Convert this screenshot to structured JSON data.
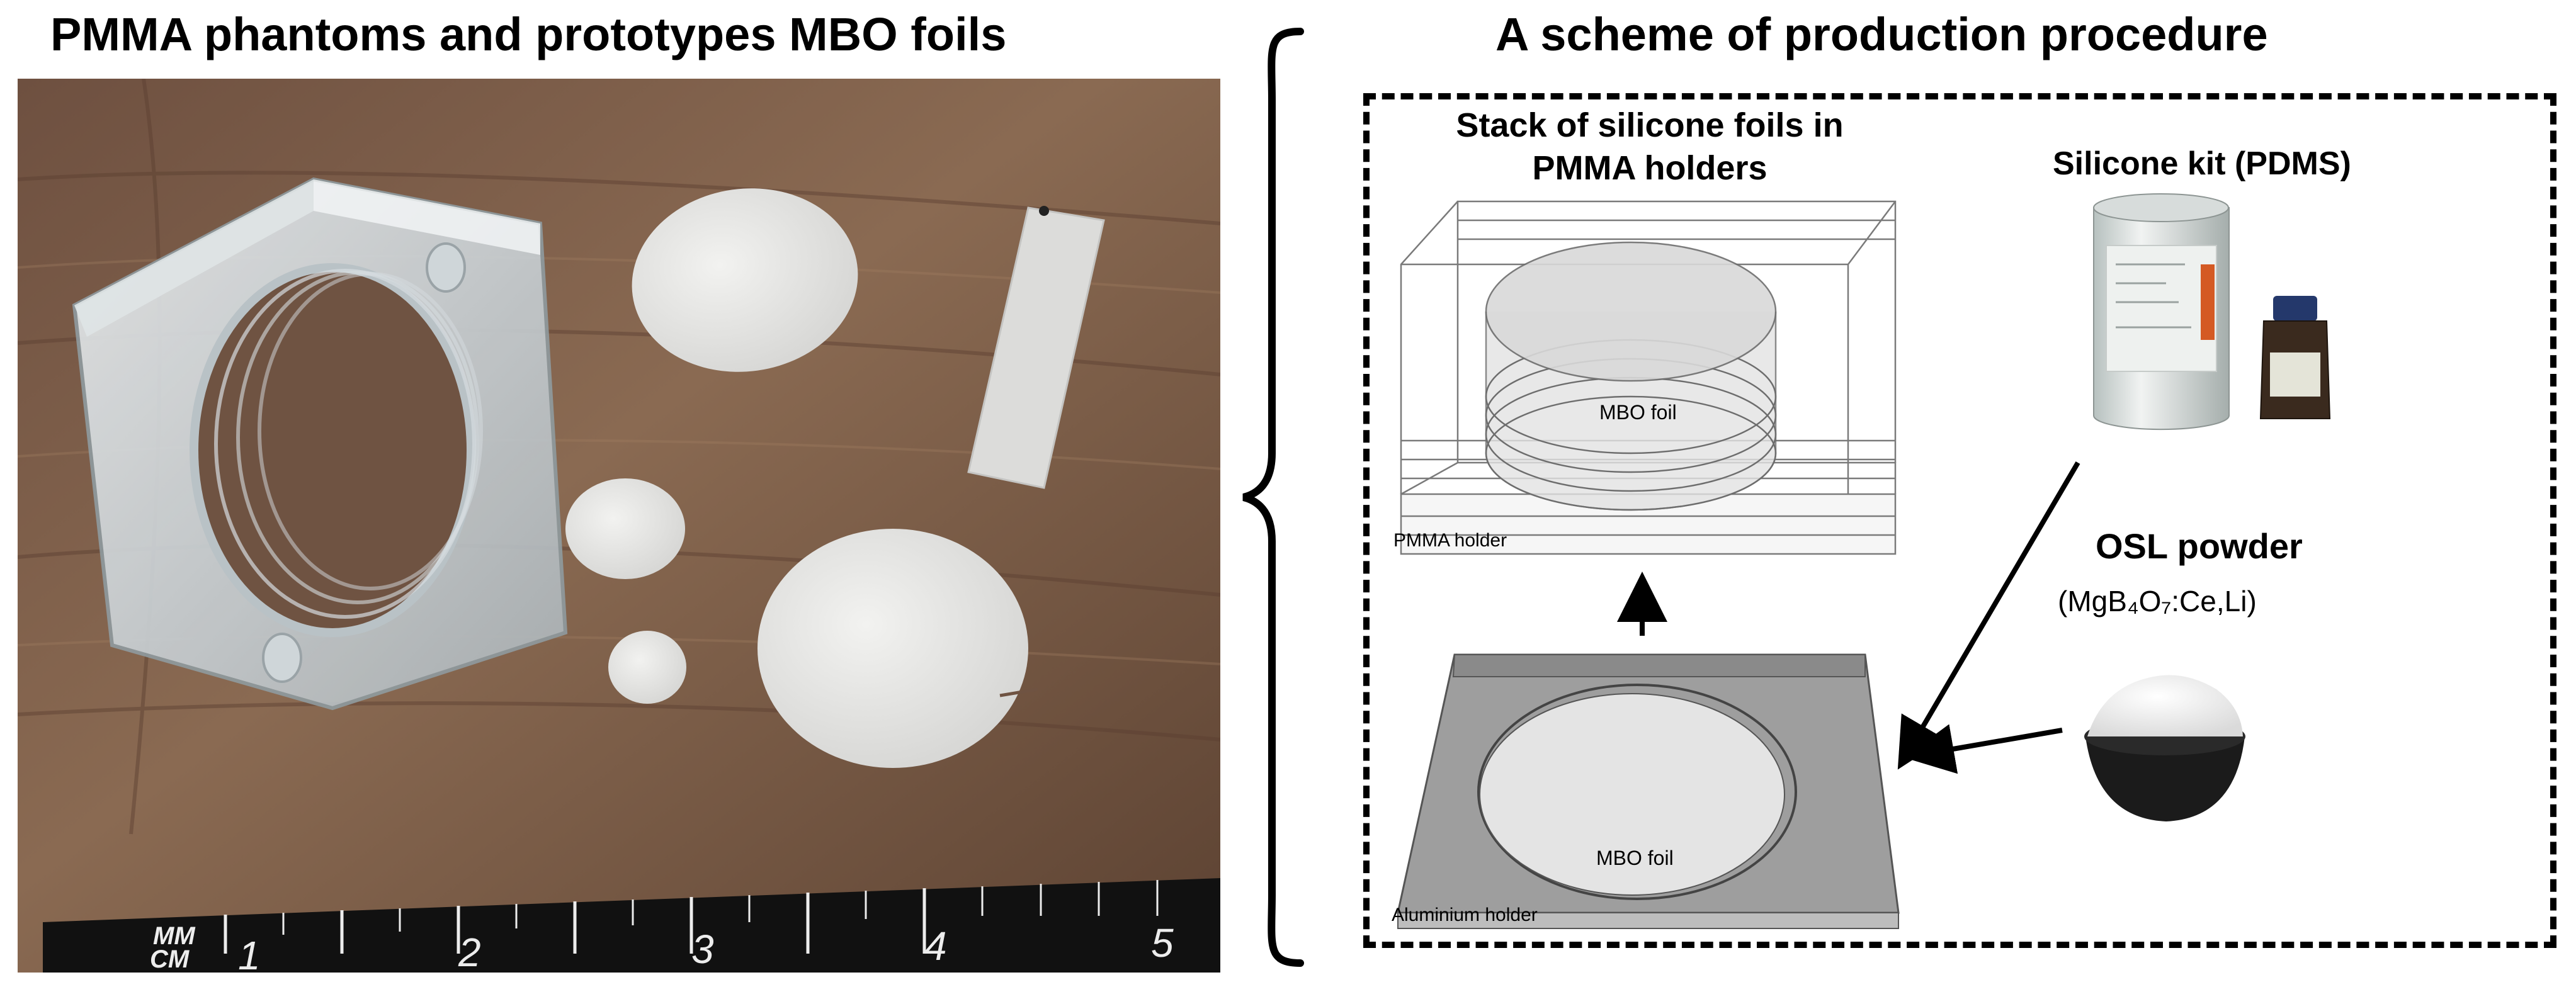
{
  "left_panel": {
    "title": "PMMA phantoms and prototypes MBO foils"
  },
  "right_panel": {
    "title": "A scheme of production procedure",
    "stack_label": "Stack of silicone foils in PMMA holders",
    "silicone_label": "Silicone kit (PDMS)",
    "osl_label": "OSL powder",
    "osl_formula": "(MgB₄O₇:Ce,Li)",
    "mbo_foil_top": "MBO foil",
    "mbo_foil_bottom": "MBO foil",
    "pmma_holder": "PMMA holder",
    "aluminium_holder": "Aluminium holder"
  },
  "ruler": {
    "unit_mm": "MM",
    "unit_cm": "CM",
    "numbers": [
      "1",
      "2",
      "3",
      "4",
      "5"
    ]
  },
  "colors": {
    "wood": "#7a5a44",
    "aluminium": "#9a9a9a",
    "foil": "#e6e6e6"
  }
}
